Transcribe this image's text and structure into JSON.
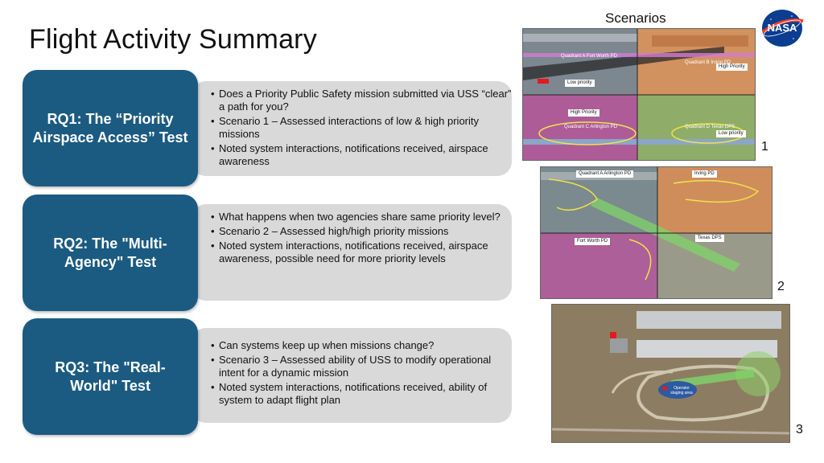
{
  "title": "Flight Activity Summary",
  "scenarios_heading": "Scenarios",
  "logo_text": "NASA",
  "rq": [
    {
      "label": "RQ1: The “Priority Airspace Access” Test",
      "bullets": [
        "Does a Priority Public Safety mission submitted via USS “clear” a path for you?",
        "Scenario 1 – Assessed interactions of low & high priority missions",
        "Noted system interactions, notifications received, airspace awareness"
      ]
    },
    {
      "label": "RQ2: The \"Multi-Agency\" Test",
      "bullets": [
        "What happens when two agencies share same priority level?",
        "Scenario 2 – Assessed high/high priority missions",
        "Noted system interactions, notifications received, airspace awareness, possible need for more priority levels"
      ]
    },
    {
      "label": "RQ3: The \"Real-World\" Test",
      "bullets": [
        "Can systems keep up when missions change?",
        "Scenario 3 – Assessed ability of USS to modify operational intent for a dynamic mission",
        "Noted system interactions, notifications received, ability of system to adapt flight plan"
      ]
    }
  ],
  "maps": [
    {
      "number": "1",
      "labels": {
        "qa": "Quadrant A Fort Worth PD",
        "qb": "Quadrant B Irving PD",
        "qc": "Quadrant C Arlington PD",
        "qd": "Quadrant D Texas DPS",
        "low1": "Low priority",
        "high1": "High Priority",
        "high2": "High Priority",
        "low2": "Low priority"
      }
    },
    {
      "number": "2",
      "labels": {
        "qa": "Quadrant A Arlington PD",
        "irving": "Irving PD",
        "fw": "Fort Worth PD",
        "dps": "Texas DPS"
      }
    },
    {
      "number": "3",
      "labels": {
        "staging": "Operator staging area"
      }
    }
  ]
}
